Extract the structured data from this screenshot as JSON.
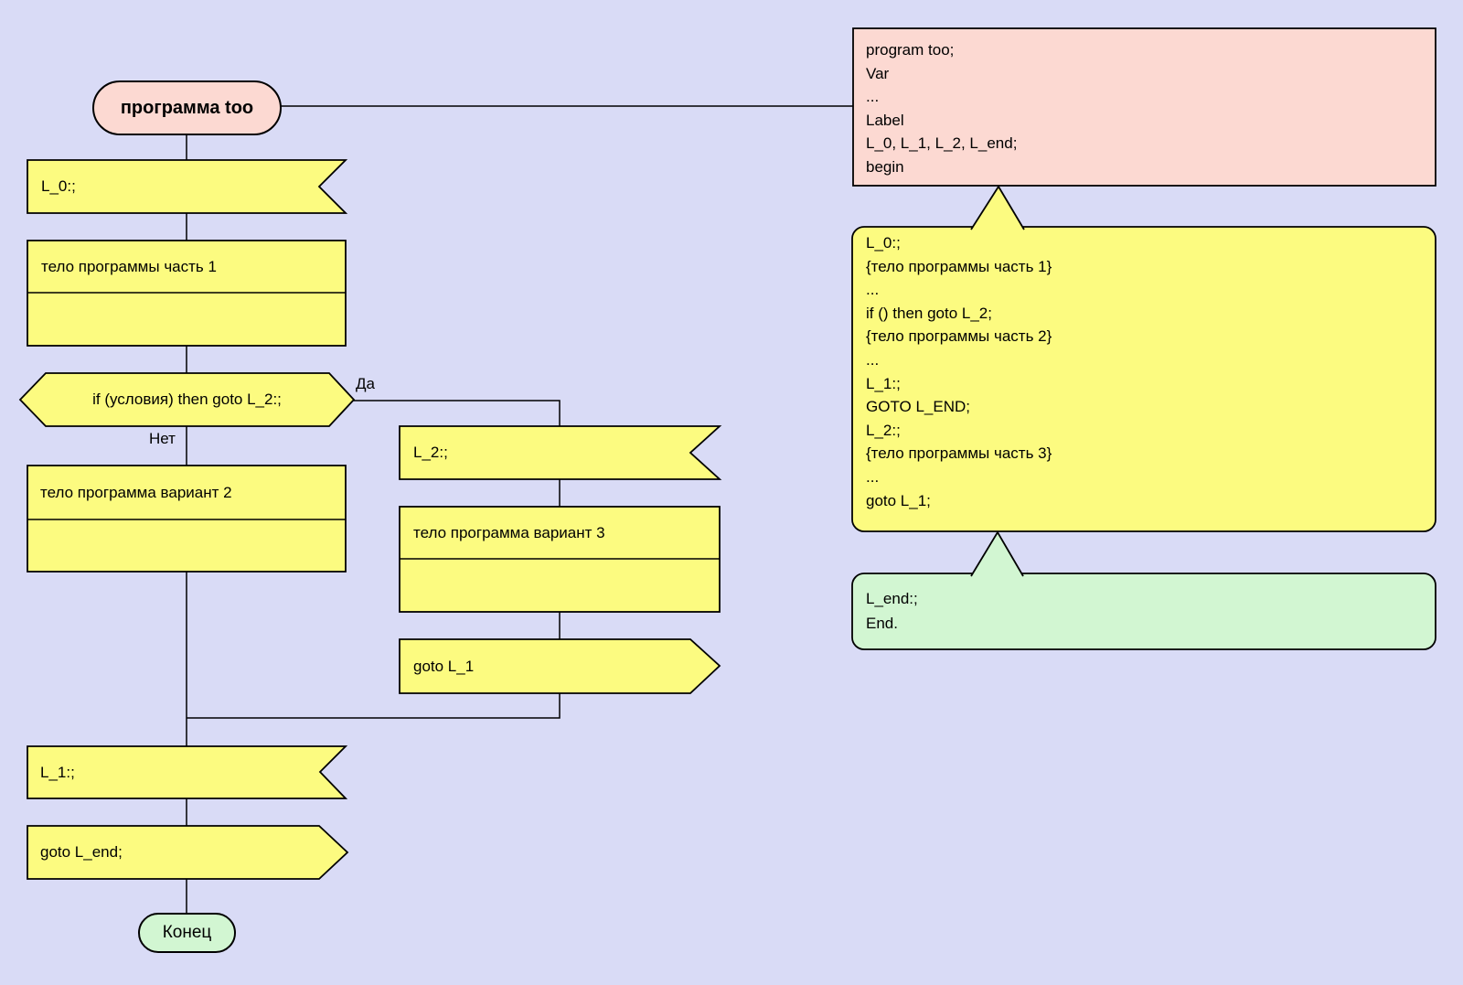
{
  "colors": {
    "background": "#d9dbf6",
    "shape_yellow": "#fcfb80",
    "shape_pink": "#fcd9d2",
    "shape_green": "#d2f6d2",
    "outline": "#000000"
  },
  "flowchart": {
    "start": "программа too",
    "label_l0": "L_0:;",
    "body_part1": "тело программы часть 1",
    "decision": "if (условия) then goto L_2:;",
    "branch_yes": "Да",
    "branch_no": "Нет",
    "body_variant2": "тело программа вариант 2",
    "label_l2": "L_2:;",
    "body_variant3": "тело программа вариант 3",
    "goto_l1": "goto L_1",
    "label_l1": "L_1:;",
    "goto_lend": "goto L_end;",
    "end": "Конец"
  },
  "code_blocks": {
    "declaration": "program too;\nVar\n...\nLabel\nL_0, L_1, L_2, L_end;\nbegin",
    "body": "L_0:;\n{тело программы часть 1}\n...\nif () then goto L_2;\n{тело программы часть 2}\n...\nL_1:;\nGOTO L_END;\nL_2:;\n{тело программы часть 3}\n...\ngoto L_1;",
    "ending": "L_end:;\nEnd."
  }
}
